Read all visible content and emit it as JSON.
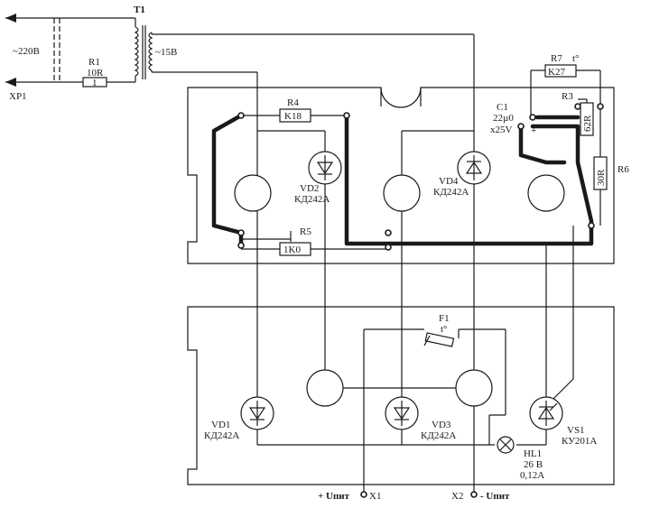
{
  "mains": {
    "voltage": "~220В",
    "plug": "XP1"
  },
  "transformer": {
    "ref": "T1",
    "secondary": "~15В"
  },
  "r1": {
    "ref": "R1",
    "value": "10R",
    "body": "1"
  },
  "r4": {
    "ref": "R4",
    "value": "K18"
  },
  "r5": {
    "ref": "R5",
    "value": "1K0"
  },
  "r7": {
    "ref": "R7",
    "temp": "t°",
    "value": "K27"
  },
  "r3": {
    "ref": "R3",
    "value": "62R"
  },
  "r6": {
    "ref": "R6",
    "value": "30R"
  },
  "c1": {
    "ref": "C1",
    "capacitance": "22µ0",
    "voltage": "x25V",
    "polarity": "+"
  },
  "vd1": {
    "ref": "VD1",
    "type": "КД242А"
  },
  "vd2": {
    "ref": "VD2",
    "type": "КД242А"
  },
  "vd3": {
    "ref": "VD3",
    "type": "КД242А"
  },
  "vd4": {
    "ref": "VD4",
    "type": "КД242А"
  },
  "vs1": {
    "ref": "VS1",
    "type": "КУ201А"
  },
  "f1": {
    "ref": "F1",
    "temp": "t°"
  },
  "hl1": {
    "ref": "HL1",
    "voltage": "26 В",
    "current": "0,12А"
  },
  "terminals": {
    "x1_sign": "+ Uпит",
    "x1": "X1",
    "x2": "X2",
    "x2_sign": "- Uпит"
  }
}
